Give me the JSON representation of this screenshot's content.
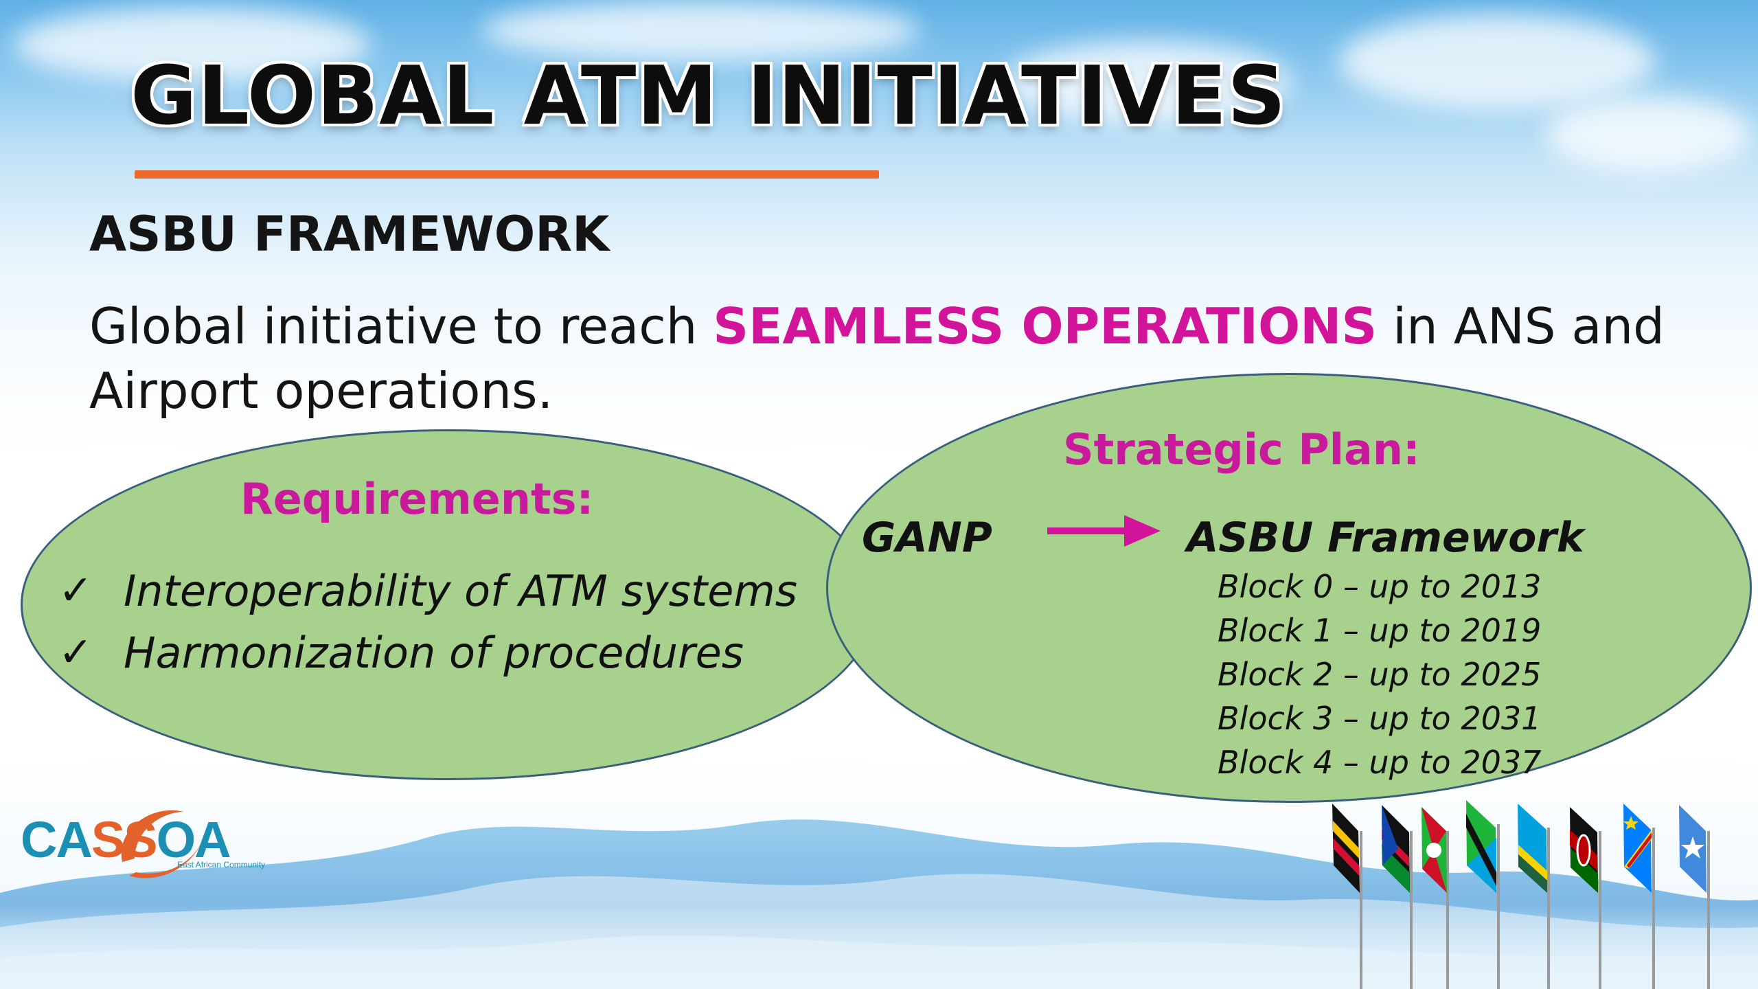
{
  "slide": {
    "title": "GLOBAL ATM INITIATIVES",
    "subtitle": "ASBU FRAMEWORK",
    "intro": {
      "before": "Global initiative to reach ",
      "highlight": "SEAMLESS OPERATIONS",
      "after": " in ANS and Airport operations."
    }
  },
  "requirements": {
    "heading": "Requirements:",
    "items": [
      {
        "mark": "✓",
        "text": "Interoperability of ATM systems"
      },
      {
        "mark": "✓",
        "text": "Harmonization of procedures"
      }
    ]
  },
  "strategic_plan": {
    "heading": "Strategic Plan:",
    "source": "GANP",
    "target": "ASBU Framework",
    "blocks": [
      "Block 0 – up to 2013",
      "Block 1 – up to 2019",
      "Block 2 – up to 2025",
      "Block 3 – up to 2031",
      "Block 4 – up to 2037"
    ]
  },
  "logo": {
    "name_start": "CA",
    "name_mid": "SS",
    "name_end": "OA",
    "tagline": "East African Community"
  },
  "colors": {
    "accent_magenta": "#d2149b",
    "ellipse_fill": "#a9d18e",
    "title_rule": "#ee6a2a",
    "logo_blue": "#1c8fb4",
    "logo_orange": "#e3622b"
  }
}
